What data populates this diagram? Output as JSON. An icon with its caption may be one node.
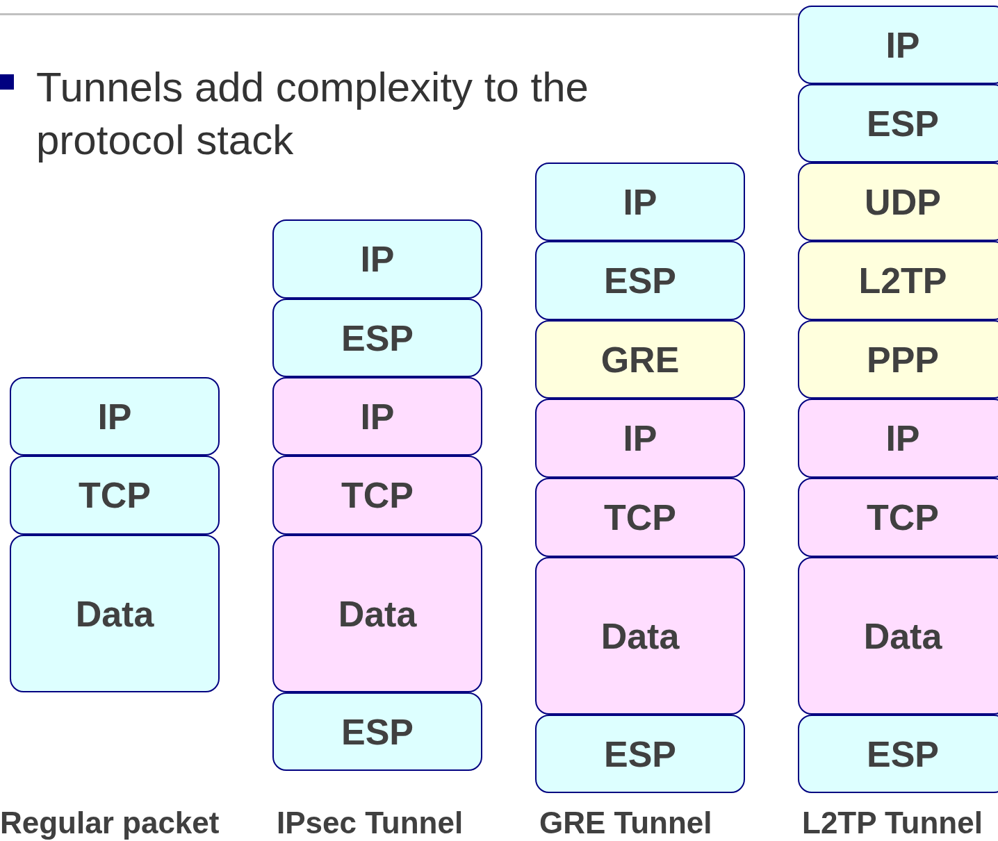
{
  "diagram": {
    "nodes": [
      {
        "text": [
          "IP"
        ]
      },
      {
        "text": [
          "TCP"
        ]
      },
      {
        "text": [
          "Data"
        ]
      },
      {
        "text": [
          "IP"
        ]
      },
      {
        "text": [
          "ESP"
        ]
      },
      {
        "text": [
          "IP"
        ]
      },
      {
        "text": [
          "TCP"
        ]
      },
      {
        "text": [
          "Data"
        ]
      },
      {
        "text": [
          "ESP"
        ]
      },
      {
        "text": [
          "IP"
        ]
      },
      {
        "text": [
          "ESP"
        ]
      },
      {
        "text": [
          "GRE"
        ]
      },
      {
        "text": [
          "IP"
        ]
      },
      {
        "text": [
          "TCP"
        ]
      },
      {
        "text": [
          "Data"
        ]
      },
      {
        "text": [
          "ESP"
        ]
      },
      {
        "text": [
          "IP"
        ]
      },
      {
        "text": [
          "ESP"
        ]
      },
      {
        "text": [
          "UDP"
        ]
      },
      {
        "text": [
          "L2TP"
        ]
      },
      {
        "text": [
          "PPP"
        ]
      },
      {
        "text": [
          "IP"
        ]
      },
      {
        "text": [
          "TCP"
        ]
      },
      {
        "text": [
          "Data"
        ]
      },
      {
        "text": [
          "ESP"
        ]
      }
    ],
    "labels": [
      "Tunnels add complexity to the protocol stack",
      "Regular packet",
      "IPsec Tunnel",
      "GRE Tunnel",
      "L2TP Tunnel"
    ]
  }
}
